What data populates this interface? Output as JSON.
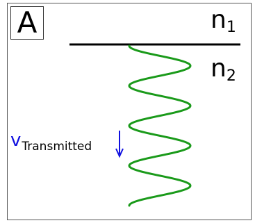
{
  "panel_label": "A",
  "media": {
    "upper_index": {
      "symbol": "n",
      "subscript": "1"
    },
    "lower_index": {
      "symbol": "n",
      "subscript": "2"
    }
  },
  "velocity_label": {
    "symbol": "v",
    "subscript": "Transmitted"
  },
  "colors": {
    "wave": "#1a9a1a",
    "velocity": "#1010e0",
    "interface": "#000000"
  },
  "wave": {
    "cycles": 4
  }
}
